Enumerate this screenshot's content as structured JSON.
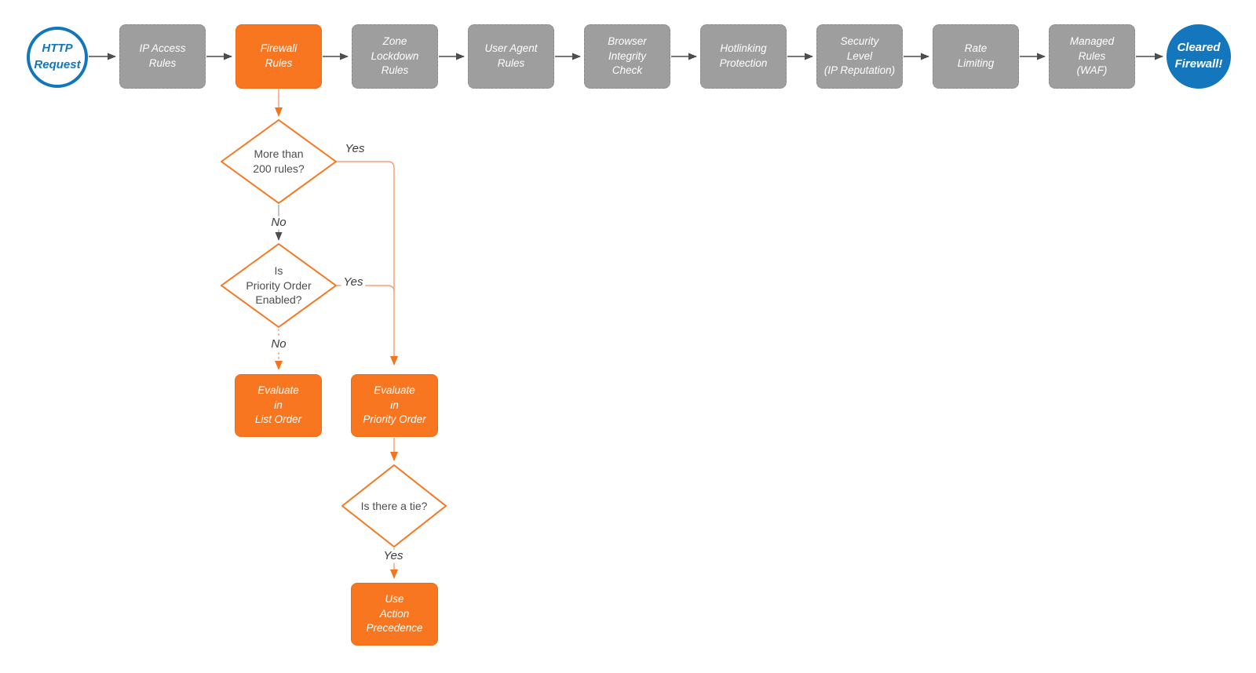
{
  "appearance": {
    "accent_orange": "#f7761f",
    "light_orange_line": "#f6a077",
    "step_gray": "#9e9e9e",
    "brand_blue": "#1276bd",
    "arrow_gray": "#4d4d4d",
    "text_white": "#ffffff",
    "diamond_text_gray": "#4d4d4d"
  },
  "pipeline": {
    "start": {
      "label": "HTTP\nRequest"
    },
    "steps": [
      {
        "label": "IP Access\nRules",
        "highlighted": false
      },
      {
        "label": "Firewall\nRules",
        "highlighted": true
      },
      {
        "label": "Zone\nLockdown\nRules",
        "highlighted": false
      },
      {
        "label": "User Agent\nRules",
        "highlighted": false
      },
      {
        "label": "Browser\nIntegrity\nCheck",
        "highlighted": false
      },
      {
        "label": "Hotlinking\nProtection",
        "highlighted": false
      },
      {
        "label": "Security\nLevel\n(IP Reputation)",
        "highlighted": false
      },
      {
        "label": "Rate\nLimiting",
        "highlighted": false
      },
      {
        "label": "Managed\nRules\n(WAF)",
        "highlighted": false
      }
    ],
    "end": {
      "label": "Cleared\nFirewall!"
    }
  },
  "decisions": {
    "more_than_200_rules": {
      "question": "More than\n200 rules?",
      "yes_label": "Yes",
      "no_label": "No"
    },
    "priority_order_enabled": {
      "question": "Is\nPriority Order\nEnabled?",
      "yes_label": "Yes",
      "no_label": "No"
    },
    "is_there_a_tie": {
      "question": "Is there a tie?",
      "yes_label": "Yes"
    }
  },
  "actions": {
    "list_order": {
      "label": "Evaluate\nin\nList Order"
    },
    "priority_order": {
      "label": "Evaluate\nin\nPriority Order"
    },
    "action_precedence": {
      "label": "Use\nAction\nPrecedence"
    }
  }
}
